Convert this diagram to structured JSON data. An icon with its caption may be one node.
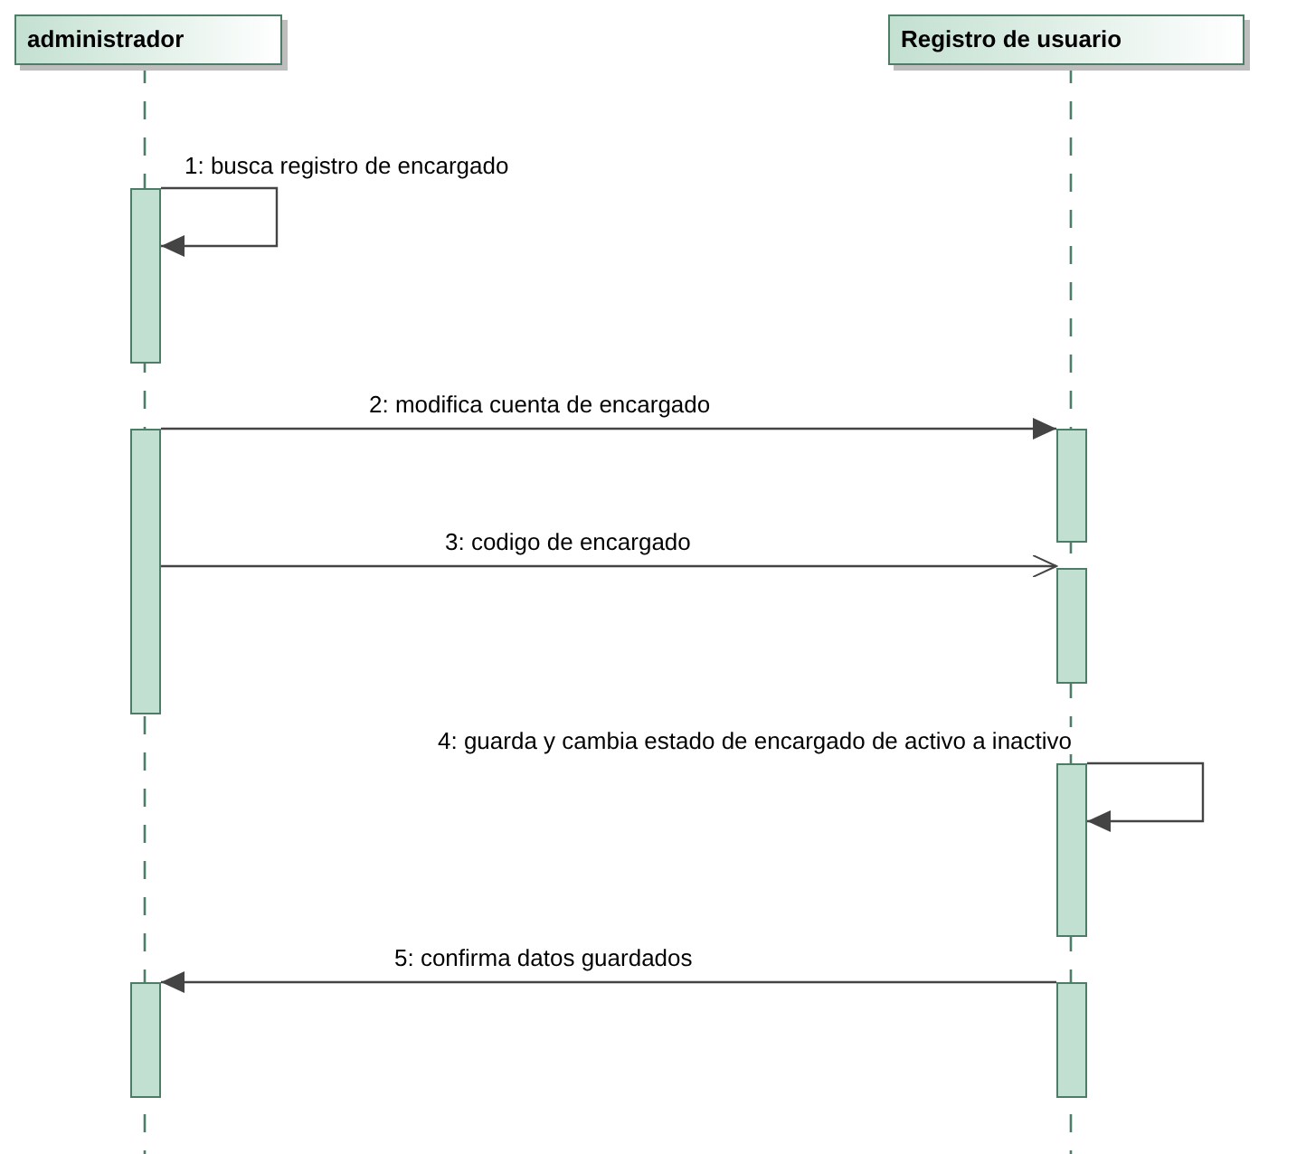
{
  "diagram": {
    "nodes": [
      {
        "text": [
          "administrador"
        ]
      },
      {
        "text": [
          "Registro de usuario"
        ]
      },
      {
        "text": [],
        "shape": "bar"
      },
      {
        "text": [],
        "shape": "bar"
      },
      {
        "text": [],
        "shape": "bar"
      },
      {
        "text": [],
        "shape": "bar"
      },
      {
        "text": [],
        "shape": "bar"
      },
      {
        "text": [],
        "shape": "bar"
      },
      {
        "text": [],
        "shape": "bar"
      }
    ],
    "edges": [
      {
        "from": 2,
        "to": 2,
        "arrow": "to",
        "label": "1: busca registro de encargado"
      },
      {
        "from": 3,
        "to": 4,
        "arrow": "to",
        "label": "2: modifica cuenta de encargado"
      },
      {
        "from": 3,
        "to": 5,
        "arrow": "to",
        "label": "3: codigo de encargado"
      },
      {
        "from": 6,
        "to": 6,
        "arrow": "to",
        "label": "4: guarda y cambia estado de encargado de activo a inactivo"
      },
      {
        "from": 8,
        "to": 7,
        "arrow": "to",
        "label": "5: confirma datos guardados"
      }
    ]
  }
}
